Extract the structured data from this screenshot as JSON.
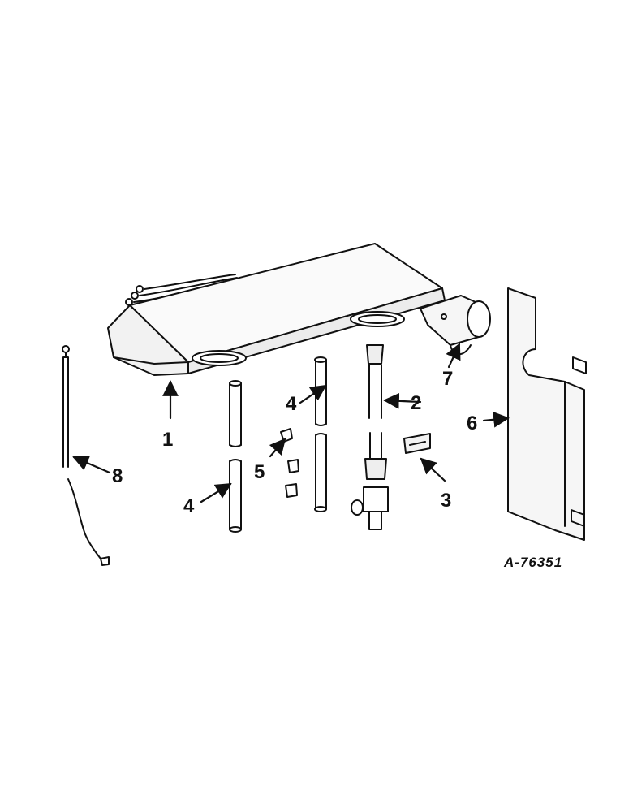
{
  "callouts": [
    {
      "id": "1",
      "text": "1"
    },
    {
      "id": "2",
      "text": "2"
    },
    {
      "id": "3",
      "text": "3"
    },
    {
      "id": "4a",
      "text": "4"
    },
    {
      "id": "4b",
      "text": "4"
    },
    {
      "id": "5",
      "text": "5"
    },
    {
      "id": "6",
      "text": "6"
    },
    {
      "id": "7",
      "text": "7"
    },
    {
      "id": "8",
      "text": "8"
    }
  ],
  "figure_code": "A-76351",
  "colors": {
    "ink": "#111111",
    "paper": "#ffffff",
    "shade": "#f4f4f4"
  }
}
